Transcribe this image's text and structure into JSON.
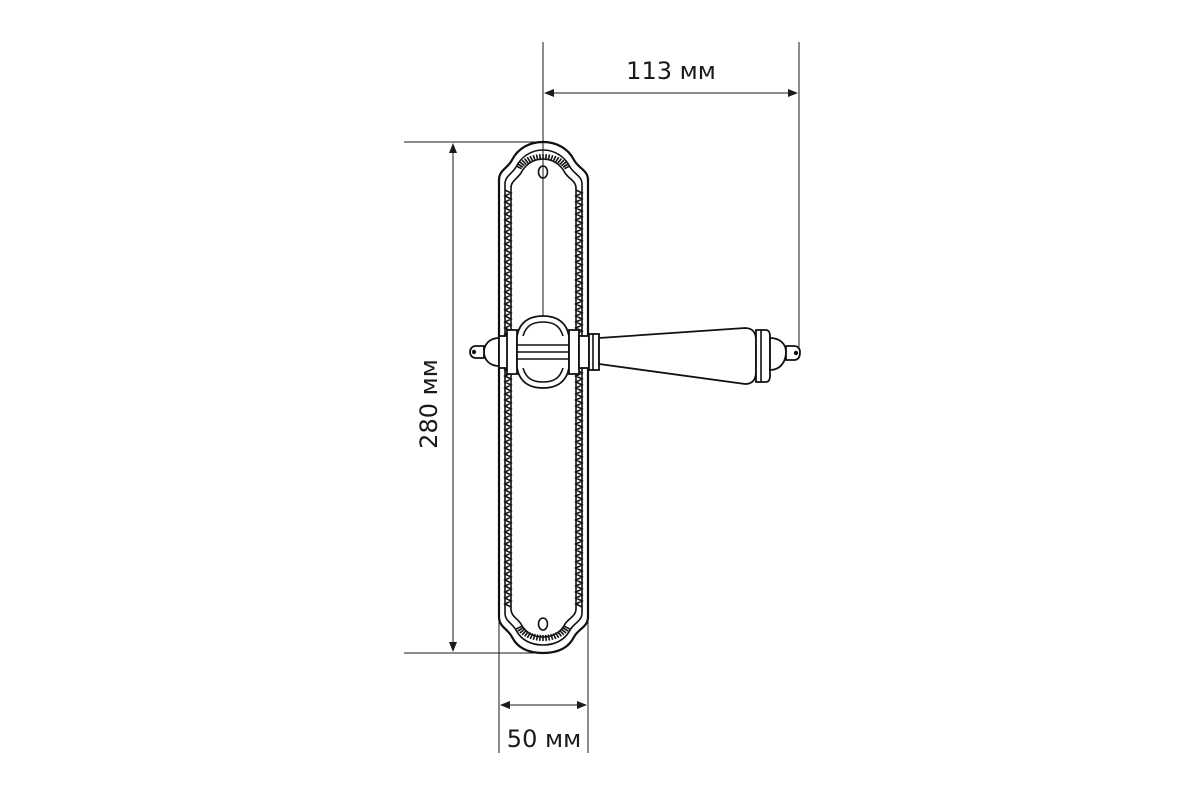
{
  "diagram": {
    "dimensions": {
      "projection": "113 мм",
      "height": "280 мм",
      "width": "50 мм"
    },
    "colors": {
      "line": "#111111",
      "background": "#ffffff"
    }
  }
}
